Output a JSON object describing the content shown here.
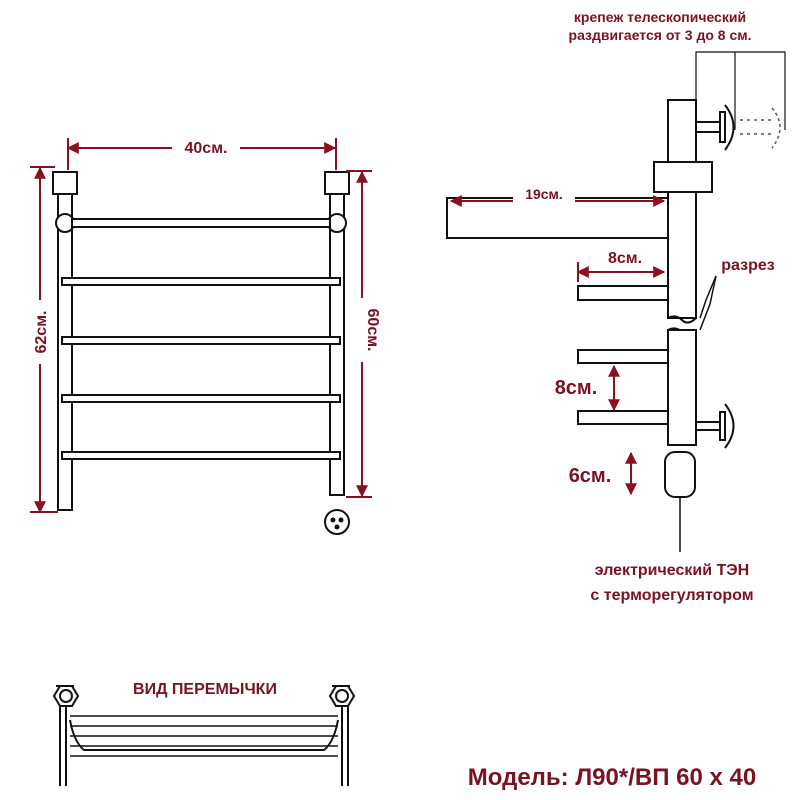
{
  "front_view": {
    "width_label": "40см.",
    "total_height_label": "62см.",
    "rail_height_label": "60см."
  },
  "side_view": {
    "mount_note_line1": "крепеж телескопический",
    "mount_note_line2": "раздвигается от 3 до 8 см.",
    "shelf_depth_label": "19см.",
    "bar_length_label": "8см.",
    "section_label": "разрез",
    "bar_spacing_label": "8см.",
    "heater_length_label": "6см.",
    "heater_note_line1": "электрический  ТЭН",
    "heater_note_line2": "с терморегулятором"
  },
  "bridge_view": {
    "title": "ВИД ПЕРЕМЫЧКИ"
  },
  "model": {
    "text": "Модель: Л90*/ВП 60 х 40"
  },
  "colors": {
    "annotation": "#7a1220",
    "line": "#111111"
  }
}
